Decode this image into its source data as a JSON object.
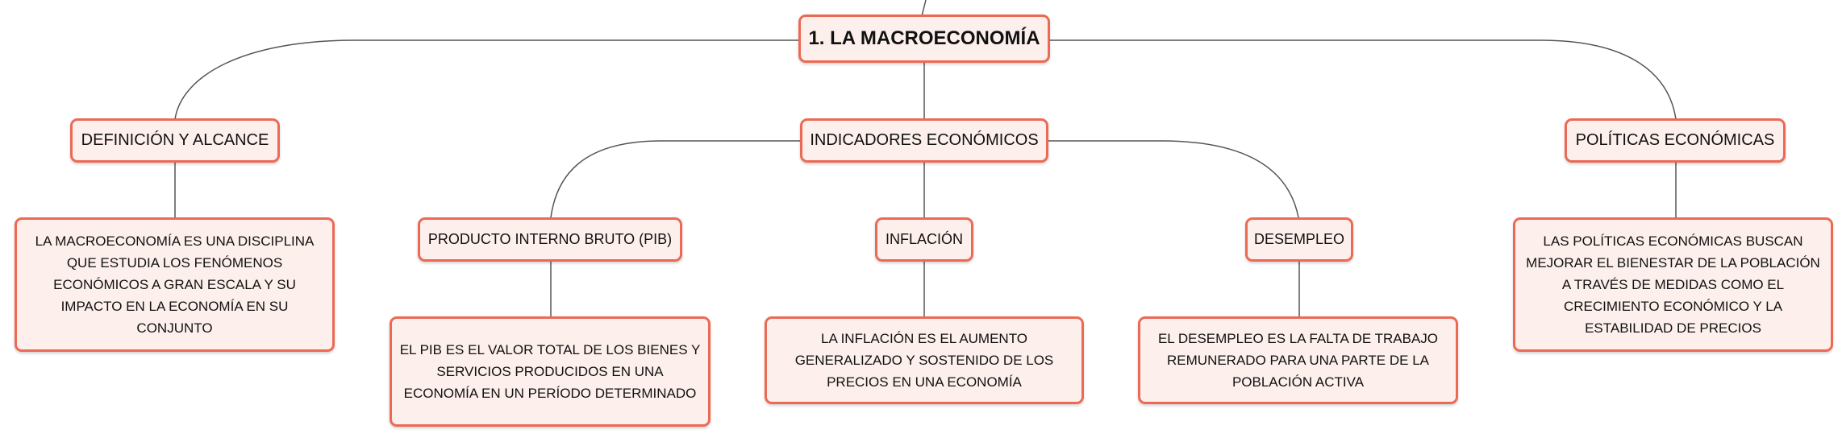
{
  "colors": {
    "node_border": "#ec6a55",
    "node_fill": "#fdf0ec",
    "connector": "#555555",
    "text": "#111111"
  },
  "mindmap": {
    "root": "1. LA MACROECONOMÍA",
    "branches": [
      {
        "label": "DEFINICIÓN Y ALCANCE",
        "description": "LA MACROECONOMÍA ES UNA DISCIPLINA QUE ESTUDIA LOS FENÓMENOS ECONÓMICOS A GRAN ESCALA Y SU IMPACTO EN LA ECONOMÍA EN SU CONJUNTO"
      },
      {
        "label": "INDICADORES ECONÓMICOS",
        "children": [
          {
            "label": "PRODUCTO INTERNO BRUTO (PIB)",
            "description": "EL PIB ES EL VALOR TOTAL DE LOS BIENES Y SERVICIOS PRODUCIDOS EN UNA ECONOMÍA EN UN PERÍODO DETERMINADO"
          },
          {
            "label": "INFLACIÓN",
            "description": "LA INFLACIÓN ES EL AUMENTO GENERALIZADO Y SOSTENIDO DE LOS PRECIOS EN UNA ECONOMÍA"
          },
          {
            "label": "DESEMPLEO",
            "description": "EL DESEMPLEO ES LA FALTA DE TRABAJO REMUNERADO PARA UNA PARTE DE LA POBLACIÓN ACTIVA"
          }
        ]
      },
      {
        "label": "POLÍTICAS ECONÓMICAS",
        "description": "LAS POLÍTICAS ECONÓMICAS BUSCAN MEJORAR EL BIENESTAR DE LA POBLACIÓN A TRAVÉS DE MEDIDAS COMO EL CRECIMIENTO ECONÓMICO Y LA ESTABILIDAD DE PRECIOS"
      }
    ]
  }
}
